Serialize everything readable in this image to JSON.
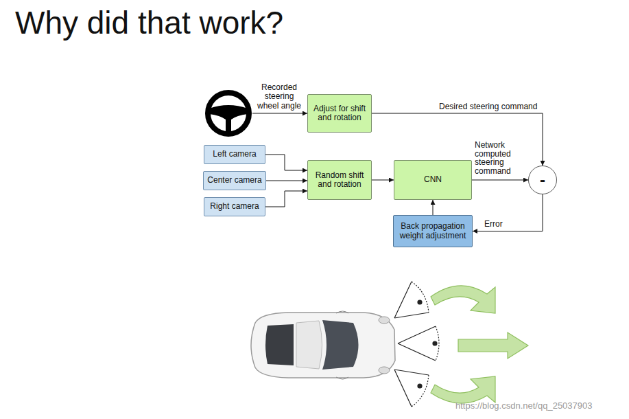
{
  "diagram": {
    "title": "Why did that work?",
    "nodes": [
      {
        "text": [
          "Adjust for shift and rotation"
        ]
      },
      {
        "text": [
          "Left camera"
        ]
      },
      {
        "text": [
          "Center camera"
        ]
      },
      {
        "text": [
          "Right camera"
        ]
      },
      {
        "text": [
          "Random shift and rotation"
        ]
      },
      {
        "text": [
          "CNN"
        ]
      },
      {
        "text": [
          "-"
        ]
      },
      {
        "text": [
          "Back propagation weight adjustment"
        ]
      }
    ],
    "edges": [
      {
        "from": 0,
        "to": 6,
        "arrow": "to",
        "label": "Desired steering command"
      },
      {
        "from": 1,
        "to": 4,
        "arrow": "to"
      },
      {
        "from": 2,
        "to": 4,
        "arrow": "to"
      },
      {
        "from": 3,
        "to": 4,
        "arrow": "to"
      },
      {
        "from": 4,
        "to": 5,
        "arrow": "to"
      },
      {
        "from": 5,
        "to": 6,
        "arrow": "to",
        "label": "Network computed steering command"
      },
      {
        "from": 6,
        "to": 7,
        "arrow": "to",
        "label": "Error"
      },
      {
        "from": 7,
        "to": 5,
        "arrow": "to"
      }
    ],
    "labels": [
      "Recorded steering wheel angle",
      "https://blog.csdn.net/qq_25037903"
    ]
  }
}
